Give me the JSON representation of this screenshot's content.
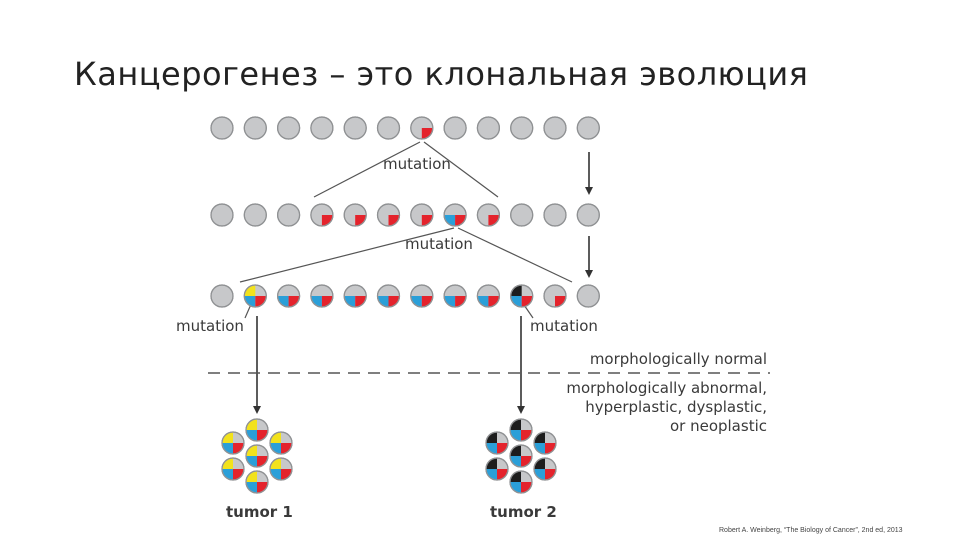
{
  "title": "Канцерогенез – это клональная эволюция",
  "labels": {
    "mutation_top": "mutation",
    "mutation_mid": "mutation",
    "mutation_left": "mutation",
    "mutation_right": "mutation",
    "normal": "morphologically normal",
    "abnormal_line1": "morphologically abnormal,",
    "abnormal_line2": "hyperplastic, dysplastic,",
    "abnormal_line3": "or neoplastic",
    "tumor1": "tumor 1",
    "tumor2": "tumor 2"
  },
  "credit": "Robert A. Weinberg, “The Biology of Cancer”, 2nd ed, 2013",
  "colors": {
    "cell": "#c7c8ca",
    "cell_stroke": "#8f9193",
    "red": "#e4232c",
    "blue": "#2b9fd8",
    "yellow": "#f2e21c",
    "black": "#1d1d1d",
    "line": "#555555"
  },
  "cell_rows": [
    [
      "",
      "",
      "",
      "",
      "",
      "",
      "R",
      "",
      "",
      "",
      "",
      ""
    ],
    [
      "",
      "",
      "",
      "R",
      "R",
      "R",
      "R",
      "BR",
      "R",
      "",
      "",
      ""
    ],
    [
      "",
      "YBR",
      "BR",
      "BR",
      "BR",
      "BR",
      "BR",
      "BR",
      "BR",
      "KBR",
      "R",
      ""
    ]
  ],
  "tumors": [
    {
      "cell": "YBR"
    },
    {
      "cell": "KBR"
    }
  ]
}
